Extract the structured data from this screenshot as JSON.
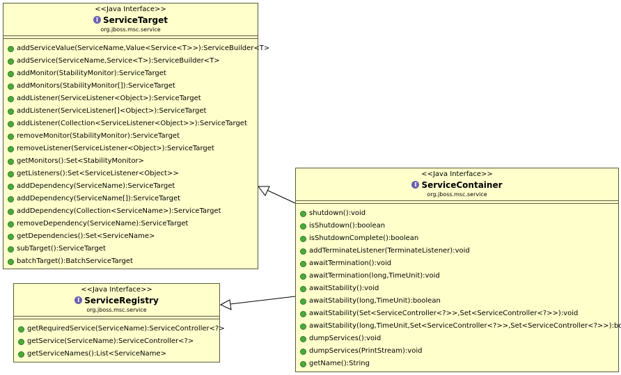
{
  "service_target": {
    "stereotype": "<<Java Interface>>",
    "name": "ServiceTarget",
    "package": "org.jboss.msc.service",
    "operations": [
      "addServiceValue(ServiceName,Value<Service<T>>):ServiceBuilder<T>",
      "addService(ServiceName,Service<T>):ServiceBuilder<T>",
      "addMonitor(StabilityMonitor):ServiceTarget",
      "addMonitors(StabilityMonitor[]):ServiceTarget",
      "addListener(ServiceListener<Object>):ServiceTarget",
      "addListener(ServiceListener[]<Object>):ServiceTarget",
      "addListener(Collection<ServiceListener<Object>>):ServiceTarget",
      "removeMonitor(StabilityMonitor):ServiceTarget",
      "removeListener(ServiceListener<Object>):ServiceTarget",
      "getMonitors():Set<StabilityMonitor>",
      "getListeners():Set<ServiceListener<Object>>",
      "addDependency(ServiceName):ServiceTarget",
      "addDependency(ServiceName[]):ServiceTarget",
      "addDependency(Collection<ServiceName>):ServiceTarget",
      "removeDependency(ServiceName):ServiceTarget",
      "getDependencies():Set<ServiceName>",
      "subTarget():ServiceTarget",
      "batchTarget():BatchServiceTarget"
    ]
  },
  "service_registry": {
    "stereotype": "<<Java Interface>>",
    "name": "ServiceRegistry",
    "package": "org.jboss.msc.service",
    "operations": [
      "getRequiredService(ServiceName):ServiceController<?>",
      "getService(ServiceName):ServiceController<?>",
      "getServiceNames():List<ServiceName>"
    ]
  },
  "service_container": {
    "stereotype": "<<Java Interface>>",
    "name": "ServiceContainer",
    "package": "org.jboss.msc.service",
    "operations": [
      "shutdown():void",
      "isShutdown():boolean",
      "isShutdownComplete():boolean",
      "addTerminateListener(TerminateListener):void",
      "awaitTermination():void",
      "awaitTermination(long,TimeUnit):void",
      "awaitStability():void",
      "awaitStability(long,TimeUnit):boolean",
      "awaitStability(Set<ServiceController<?>>,Set<ServiceController<?>>):void",
      "awaitStability(long,TimeUnit,Set<ServiceController<?>>,Set<ServiceController<?>>):boolean",
      "dumpServices():void",
      "dumpServices(PrintStream):void",
      "getName():String"
    ]
  },
  "relations": [
    {
      "from": "ServiceContainer",
      "to": "ServiceTarget",
      "kind": "generalization"
    },
    {
      "from": "ServiceContainer",
      "to": "ServiceRegistry",
      "kind": "generalization"
    }
  ]
}
